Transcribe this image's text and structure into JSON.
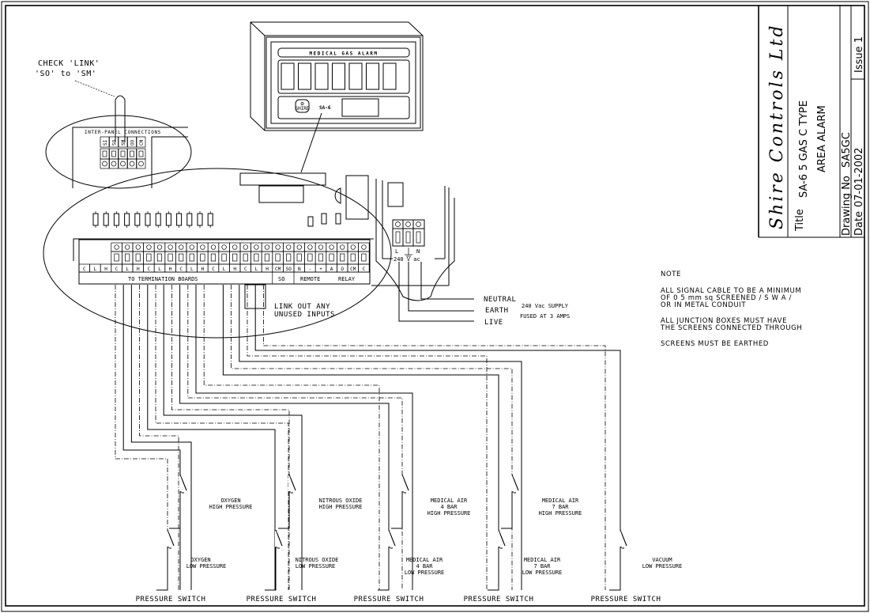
{
  "title_block": {
    "company": "Shire Controls Ltd",
    "title_label": "Title",
    "title_line1": "SA-6 5 GAS C TYPE",
    "title_line2": "AREA ALARM",
    "drawing_no_label": "Drawing No",
    "drawing_no": "SA5GC",
    "date_label": "Date",
    "date": "07-01-2002",
    "issue": "Issue 1"
  },
  "alarm_panel": {
    "header": "MEDICAL GAS ALARM",
    "logo": "SHIRE",
    "model": "SA-6",
    "display_windows": 7
  },
  "callouts": {
    "check_link_line1": "CHECK 'LINK'",
    "check_link_line2": "'SO' to 'SM'",
    "link_unused_line1": "LINK OUT ANY",
    "link_unused_line2": "UNUSED INPUTS"
  },
  "inter_panel": {
    "title": "INTER-PANEL CONNECTIONS",
    "terminals": [
      "SI",
      "SO",
      "SM",
      "OO",
      "CM"
    ]
  },
  "terminal_strip": {
    "labels": [
      "C",
      "L",
      "H",
      "C",
      "L",
      "H",
      "C",
      "L",
      "H",
      "C",
      "L",
      "H",
      "C",
      "L",
      "H",
      "C",
      "L",
      "H",
      "CM",
      "SO",
      "N",
      "-",
      "+",
      "A",
      "O",
      "CM",
      "C"
    ],
    "group_termination": "TO TERMINATION BOARDS",
    "group_so": "SO",
    "group_remote": "REMOTE",
    "group_relay": "RELAY"
  },
  "power": {
    "terminals": [
      "L",
      "N"
    ],
    "rating": "240 V ac",
    "neutral": "NEUTRAL",
    "earth": "EARTH",
    "live": "LIVE",
    "supply_line1": "240 Vac SUPPLY",
    "supply_line2": "FUSED AT 3 AMPS"
  },
  "notes": {
    "heading": "NOTE",
    "lines": [
      "ALL SIGNAL CABLE TO BE A MINIMUM",
      "OF 0 5 mm sq SCREENED / S W A /",
      "OR IN METAL CONDUIT",
      "ALL JUNCTION BOXES MUST HAVE",
      "THE SCREENS CONNECTED THROUGH",
      "SCREENS MUST BE EARTHED"
    ]
  },
  "switches": {
    "high": [
      {
        "line1": "OXYGEN",
        "line2": "HIGH PRESSURE",
        "line3": ""
      },
      {
        "line1": "NITROUS OXIDE",
        "line2": "HIGH PRESSURE",
        "line3": ""
      },
      {
        "line1": "MEDICAL AIR",
        "line2": "4 BAR",
        "line3": "HIGH PRESSURE"
      },
      {
        "line1": "MEDICAL AIR",
        "line2": "7 BAR",
        "line3": "HIGH PRESSURE"
      }
    ],
    "low": [
      {
        "line1": "OXYGEN",
        "line2": "LOW PRESSURE",
        "line3": ""
      },
      {
        "line1": "NITROUS OXIDE",
        "line2": "LOW PRESSURE",
        "line3": ""
      },
      {
        "line1": "MEDICAL AIR",
        "line2": "4 BAR",
        "line3": "LOW PRESSURE"
      },
      {
        "line1": "MEDICAL AIR",
        "line2": "7 BAR",
        "line3": "LOW PRESSURE"
      },
      {
        "line1": "VACUUM",
        "line2": "LOW PRESSURE",
        "line3": ""
      }
    ],
    "group_label": "PRESSURE SWITCH"
  }
}
